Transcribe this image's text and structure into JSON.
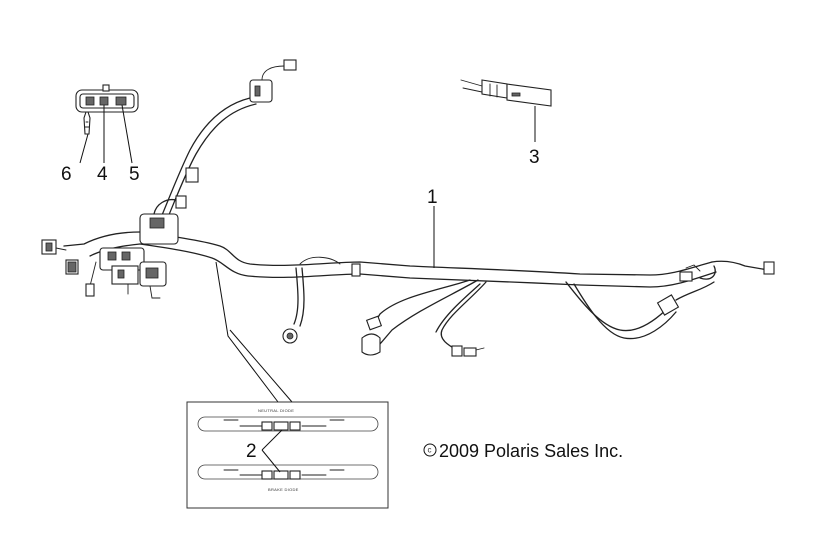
{
  "diagram": {
    "callouts": {
      "harness": "1",
      "connector_set": "2",
      "connector_3": "3",
      "terminal_4": "4",
      "terminal_5": "5",
      "terminal_6": "6"
    },
    "copyright": "2009 Polaris Sales Inc.",
    "copyright_symbol": "c",
    "detail": {
      "upper_label": "NEUTRAL DIODE",
      "lower_label": "BRAKE DIODE"
    }
  }
}
